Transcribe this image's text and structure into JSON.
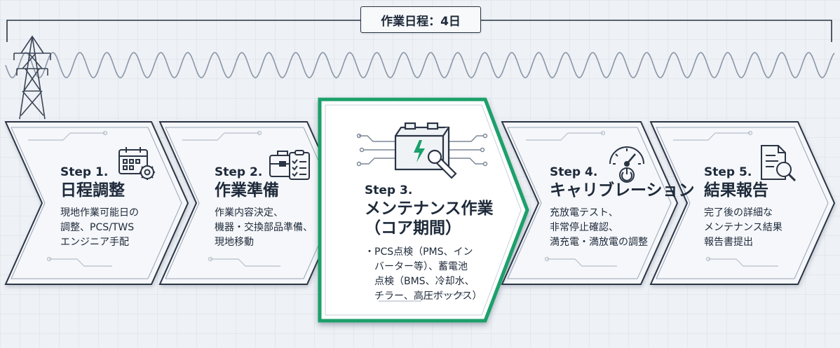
{
  "title": "作業日程：4日",
  "colors": {
    "accent": "#1aa06b",
    "card_border": "#2a3444",
    "card_fill": "#f5f7fa",
    "background": "#eef1f5",
    "wave": "#8a96a8"
  },
  "steps": [
    {
      "number": "Step 1.",
      "name": "日程調整",
      "description": "現地作業可能日の\n調整、PCS/TWS\nエンジニア手配",
      "icon": "calendar-gear-icon",
      "highlighted": false
    },
    {
      "number": "Step 2.",
      "name": "作業準備",
      "description": "作業内容決定、\n機器・交換部品準備、\n現地移動",
      "icon": "toolbox-clipboard-icon",
      "highlighted": false
    },
    {
      "number": "Step 3.",
      "name": "メンテナンス作業\n（コア期間）",
      "name_line1": "メンテナンス作業",
      "name_line2": "（コア期間）",
      "description": "・PCS点検（PMS、イン\n　バーター等）、蓄電池\n　点検（BMS、冷却水、\n　チラー、高圧ボックス）",
      "icon": "battery-wrench-icon",
      "highlighted": true
    },
    {
      "number": "Step 4.",
      "name": "キャリブレーション",
      "description": "充放電テスト、\n非常停止確認、\n満充電・満放電の調整",
      "icon": "gauge-power-icon",
      "highlighted": false
    },
    {
      "number": "Step 5.",
      "name": "結果報告",
      "description": "完了後の詳細な\nメンテナンス結果\n報告書提出",
      "icon": "report-magnifier-icon",
      "highlighted": false
    }
  ]
}
